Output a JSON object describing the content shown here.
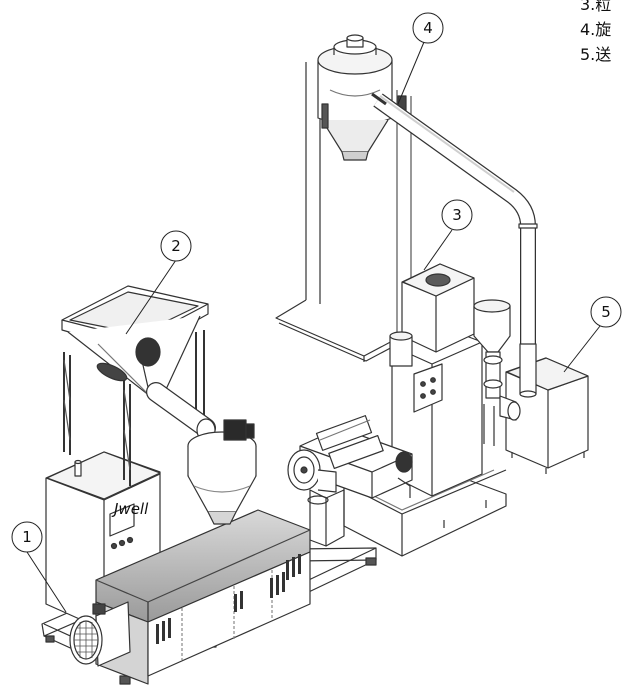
{
  "legend": [
    {
      "num": "3",
      "text": "3.粒"
    },
    {
      "num": "4",
      "text": "4.旋"
    },
    {
      "num": "5",
      "text": "5.送"
    }
  ],
  "callouts": [
    "1",
    "2",
    "3",
    "4",
    "5"
  ],
  "control_cabinet_logo": "Jwell",
  "colors": {
    "line": "#333333",
    "body_fill": "#ffffff",
    "shade_light": "#e9e9e9",
    "shade_mid": "#bdbdbd",
    "shade_dark": "#6f6f6f",
    "black": "#222222"
  }
}
